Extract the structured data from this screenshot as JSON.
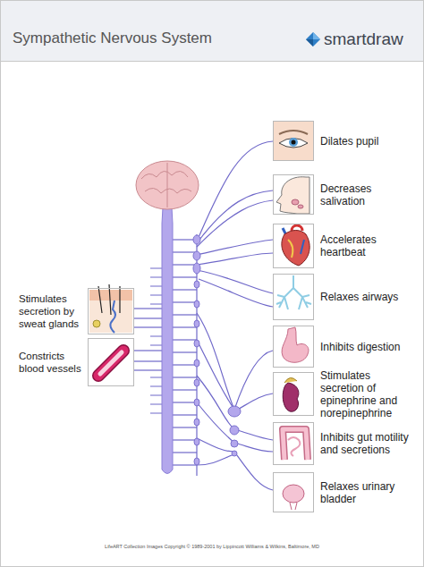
{
  "diagram": {
    "title": "Sympathetic Nervous System",
    "nodes": [
      {
        "text": [
          "Dilates pupil"
        ]
      },
      {
        "text": [
          "Decreases salivation"
        ]
      },
      {
        "text": [
          "Accelerates heartbeat"
        ]
      },
      {
        "text": [
          "Relaxes airways"
        ]
      },
      {
        "text": [
          "Inhibits digestion"
        ]
      },
      {
        "text": [
          "Stimulates secretion of epinephrine and norepinephrine"
        ]
      },
      {
        "text": [
          "Inhibits gut motility and secretions"
        ]
      },
      {
        "text": [
          "Relaxes urinary bladder"
        ]
      },
      {
        "text": [
          "Stimulates secretion by sweat glands"
        ]
      },
      {
        "text": [
          "Constricts blood vessels"
        ]
      }
    ],
    "labels": [
      "smartdraw",
      "LifeART Collection Images Copyright © 1989-2001 by Lippincott Williams & Wilkins, Baltimore, MD"
    ]
  }
}
